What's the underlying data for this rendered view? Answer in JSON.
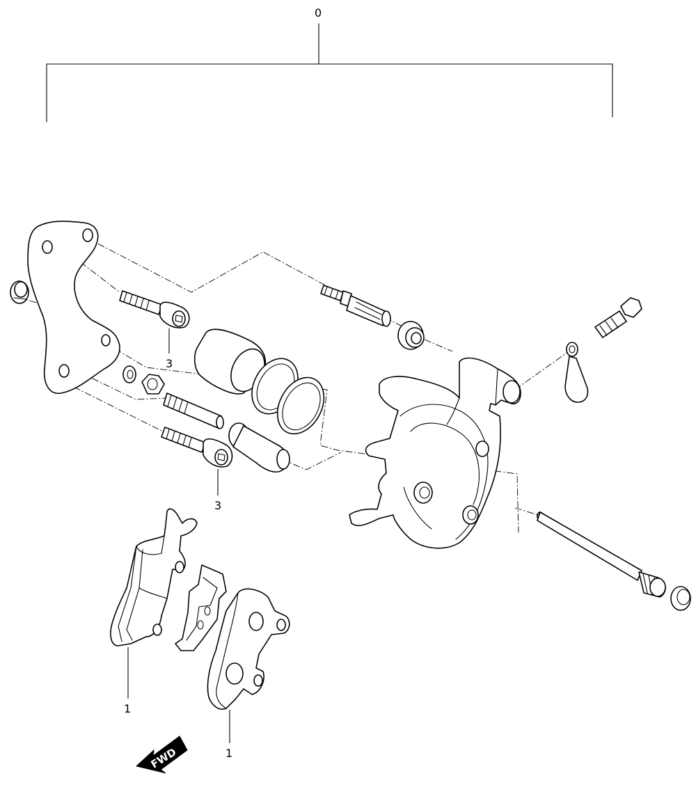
{
  "callouts": {
    "assembly": "0",
    "bolt_upper": "3",
    "bolt_lower": "3",
    "pad_left": "1",
    "pad_right": "1"
  },
  "direction_arrow": {
    "label": "FWD",
    "fill_color": "#000000",
    "text_color": "#ffffff"
  }
}
